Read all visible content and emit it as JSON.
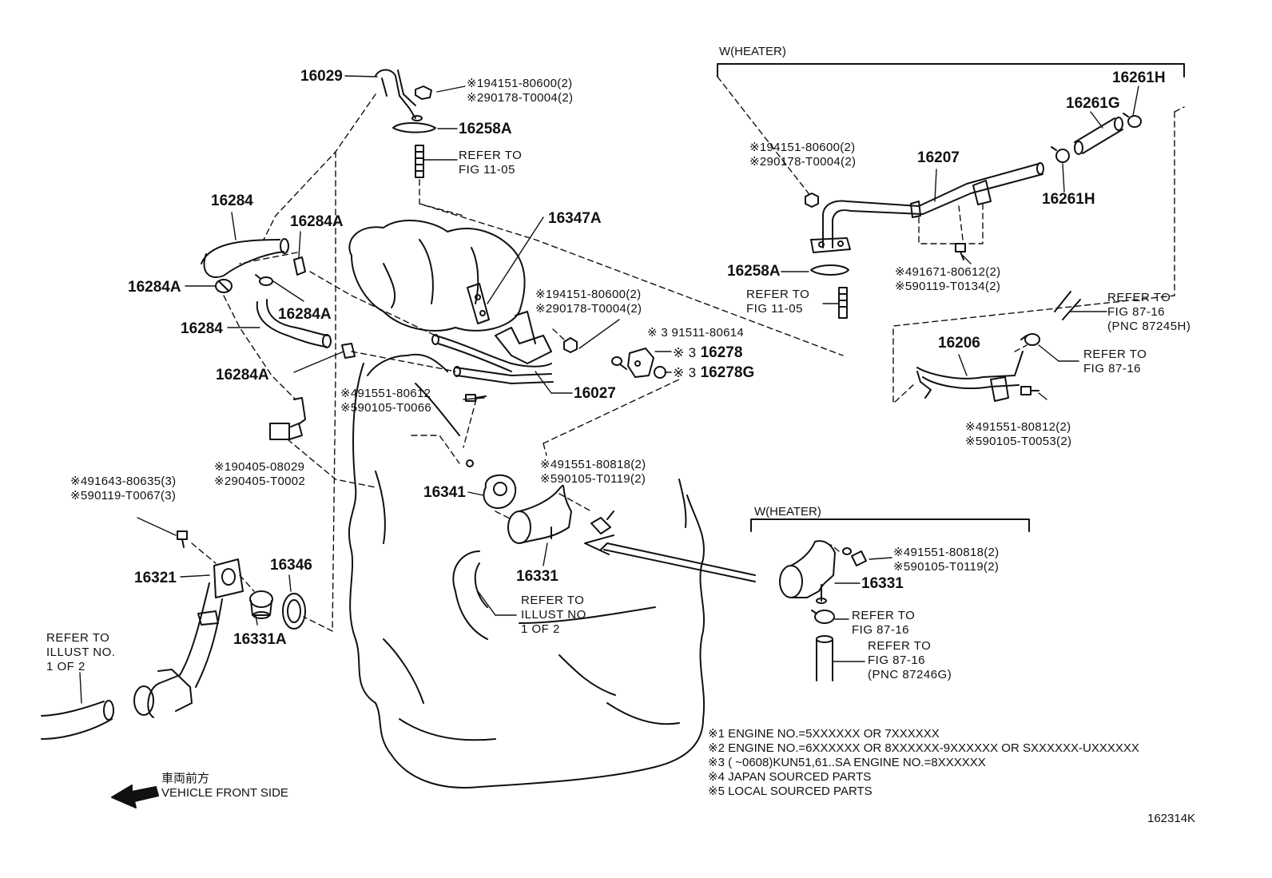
{
  "labels": {
    "p16029": "16029",
    "p16258a_top": "16258A",
    "p16284_top": "16284",
    "p16284a_a": "16284A",
    "p16284a_b": "16284A",
    "p16284a_c": "16284A",
    "p16284_mid": "16284",
    "p16284a_d": "16284A",
    "p16347a": "16347A",
    "p16027": "16027",
    "p16278": "16278",
    "p16278g": "16278G",
    "p16341": "16341",
    "p16331_main": "16331",
    "p16321": "16321",
    "p16346": "16346",
    "p16331a": "16331A",
    "p16207": "16207",
    "p16261h_top": "16261H",
    "p16261g": "16261G",
    "p16261h_bot": "16261H",
    "p16258a_right": "16258A",
    "p16206": "16206",
    "p16331_heater": "16331",
    "heater_top": "W(HEATER)",
    "heater_bottom": "W(HEATER)",
    "figure_code": "162314K"
  },
  "part_numbers": {
    "g1": [
      "※194151-80600(2)",
      "※290178-T0004(2)"
    ],
    "g2": [
      "※194151-80600(2)",
      "※290178-T0004(2)"
    ],
    "g3": [
      "※194151-80600(2)",
      "※290178-T0004(2)"
    ],
    "g4": [
      "※491671-80612(2)",
      "※590119-T0134(2)"
    ],
    "g5": [
      "※491551-80612",
      "※590105-T0066"
    ],
    "g6": [
      "※190405-08029",
      "※290405-T0002"
    ],
    "g7": [
      "※491643-80635(3)",
      "※590119-T0067(3)"
    ],
    "g8": [
      "※491551-80818(2)",
      "※590105-T0119(2)"
    ],
    "g9": [
      "※491551-80818(2)",
      "※590105-T0119(2)"
    ],
    "g10": [
      "※491551-80812(2)",
      "※590105-T0053(2)"
    ],
    "s1": "※ 3 91511-80614",
    "s2": "※ 3",
    "s3": "※ 3"
  },
  "refs": {
    "r1": [
      "REFER TO",
      "FIG 11-05"
    ],
    "r2": [
      "REFER TO",
      "FIG 11-05"
    ],
    "r3": [
      "REFER TO",
      "FIG 87-16",
      "(PNC 87245H)"
    ],
    "r4": [
      "REFER TO",
      "FIG 87-16"
    ],
    "r5": [
      "REFER TO",
      "ILLUST NO.",
      "1 OF 2"
    ],
    "r6": [
      "REFER TO",
      "ILLUST NO.",
      "1 OF 2"
    ],
    "r7": [
      "REFER TO",
      "FIG 87-16"
    ],
    "r8": [
      "REFER TO",
      "FIG 87-16",
      "(PNC 87246G)"
    ]
  },
  "notes": [
    "※1 ENGINE NO.=5XXXXXX OR 7XXXXXX",
    "※2 ENGINE NO.=6XXXXXX OR 8XXXXXX-9XXXXXX OR SXXXXXX-UXXXXXX",
    "※3 (       ~0608)KUN51,61..SA ENGINE NO.=8XXXXXX",
    "※4 JAPAN SOURCED PARTS",
    "※5 LOCAL SOURCED PARTS"
  ],
  "front": {
    "jp": "車両前方",
    "en": "VEHICLE FRONT SIDE"
  }
}
